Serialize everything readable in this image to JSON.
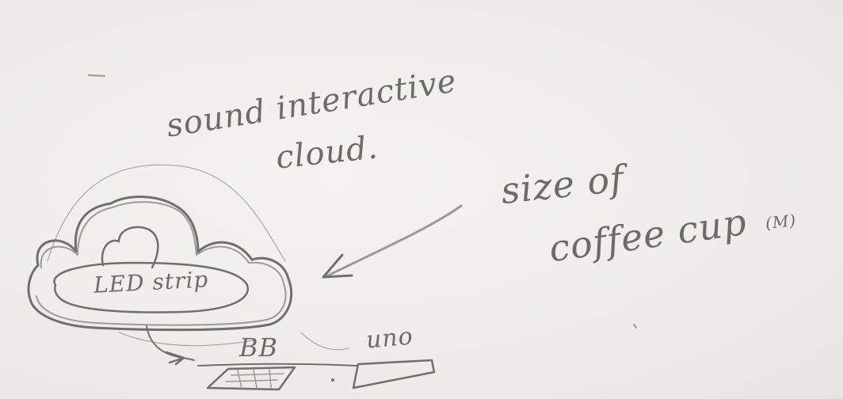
{
  "sketch": {
    "notes": {
      "title_line1": "sound interactive",
      "title_line2": "cloud.",
      "size_line1": "size of",
      "size_line2": "coffee cup",
      "size_tag": "(M)"
    },
    "components": {
      "led": "LED strip",
      "breadboard": "BB",
      "arduino": "uno"
    },
    "colors": {
      "paper": "#efeeea",
      "pencil": "#6f6f6f"
    }
  }
}
